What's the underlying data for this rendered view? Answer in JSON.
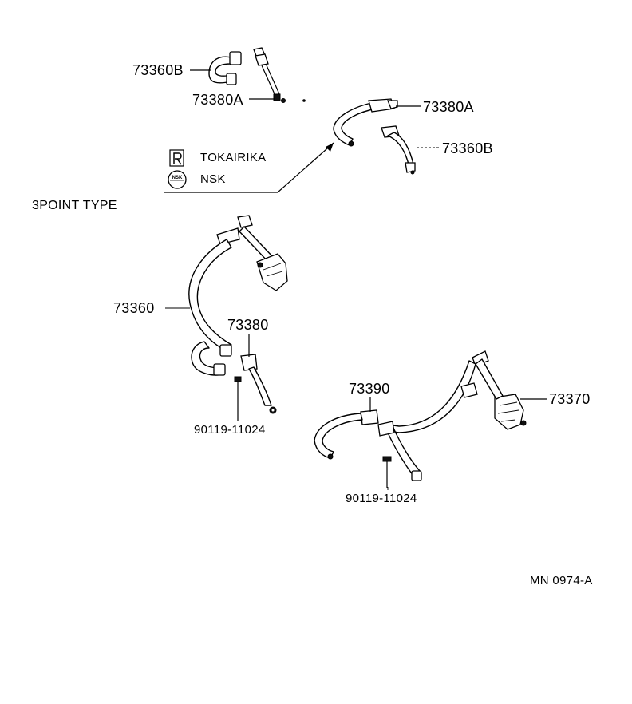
{
  "labels": {
    "part_73360b_top": "73360B",
    "part_73380a_top": "73380A",
    "part_73380a_right": "73380A",
    "part_73360b_right": "73360B",
    "maker_tokairika": "TOKAIRIKA",
    "maker_nsk": "NSK",
    "nsk_logo_text": "NSK",
    "section_title": "3POINT TYPE",
    "part_73360": "73360",
    "part_73380": "73380",
    "bolt_left": "90119-11024",
    "part_73390": "73390",
    "part_73370": "73370",
    "bolt_right": "90119-11024",
    "diagram_code": "MN 0974-A"
  }
}
